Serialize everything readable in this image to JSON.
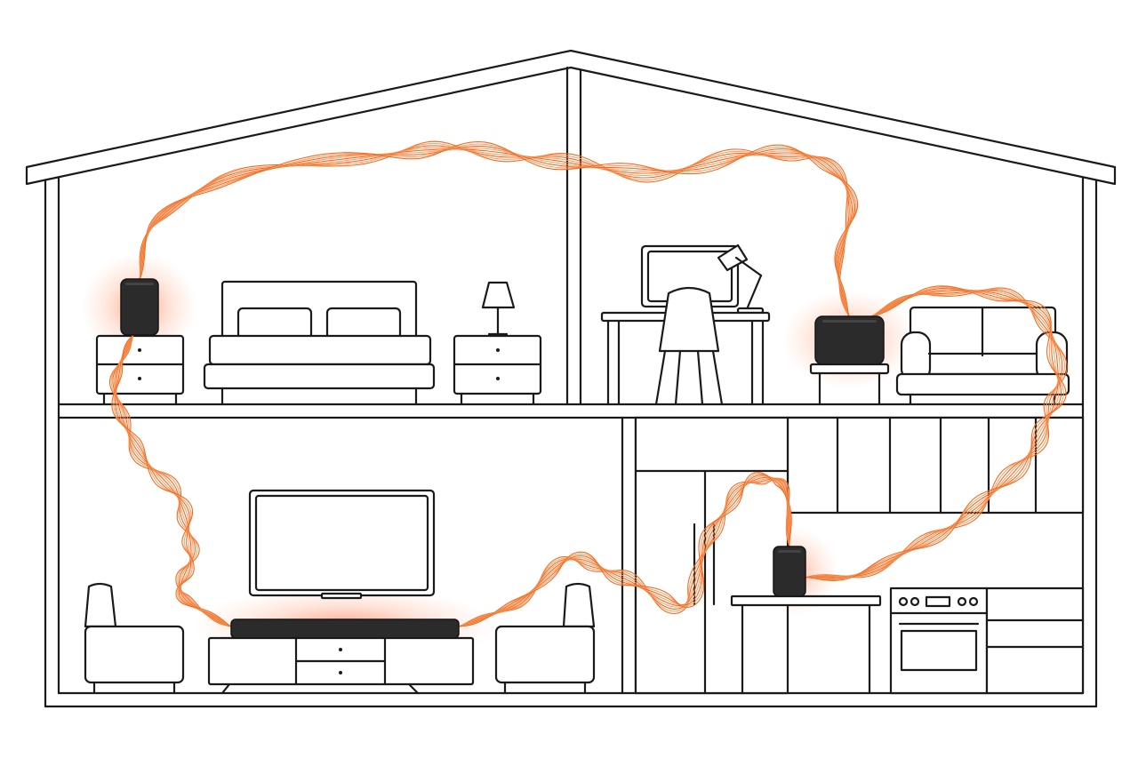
{
  "colors": {
    "outline": "#1a1a1a",
    "wave": "#f26a21",
    "wave_light": "#f7a36a",
    "glow": "#ff5a2a",
    "speaker": "#2b2b2b",
    "background": "#ffffff"
  },
  "rooms": [
    {
      "name": "bedroom",
      "items": [
        "bed",
        "nightstand-left",
        "nightstand-right",
        "table-lamp"
      ]
    },
    {
      "name": "study",
      "items": [
        "desk",
        "monitor",
        "desk-lamp",
        "chair",
        "sofa",
        "side-table"
      ]
    },
    {
      "name": "living-room",
      "items": [
        "tv",
        "tv-console",
        "armchair-left",
        "armchair-right"
      ]
    },
    {
      "name": "kitchen",
      "items": [
        "fridge",
        "counter",
        "oven",
        "cabinets"
      ]
    }
  ],
  "speakers": [
    {
      "name": "bedroom-speaker",
      "type": "tall"
    },
    {
      "name": "study-speaker",
      "type": "wide"
    },
    {
      "name": "soundbar",
      "type": "soundbar"
    },
    {
      "name": "kitchen-speaker",
      "type": "small"
    }
  ]
}
